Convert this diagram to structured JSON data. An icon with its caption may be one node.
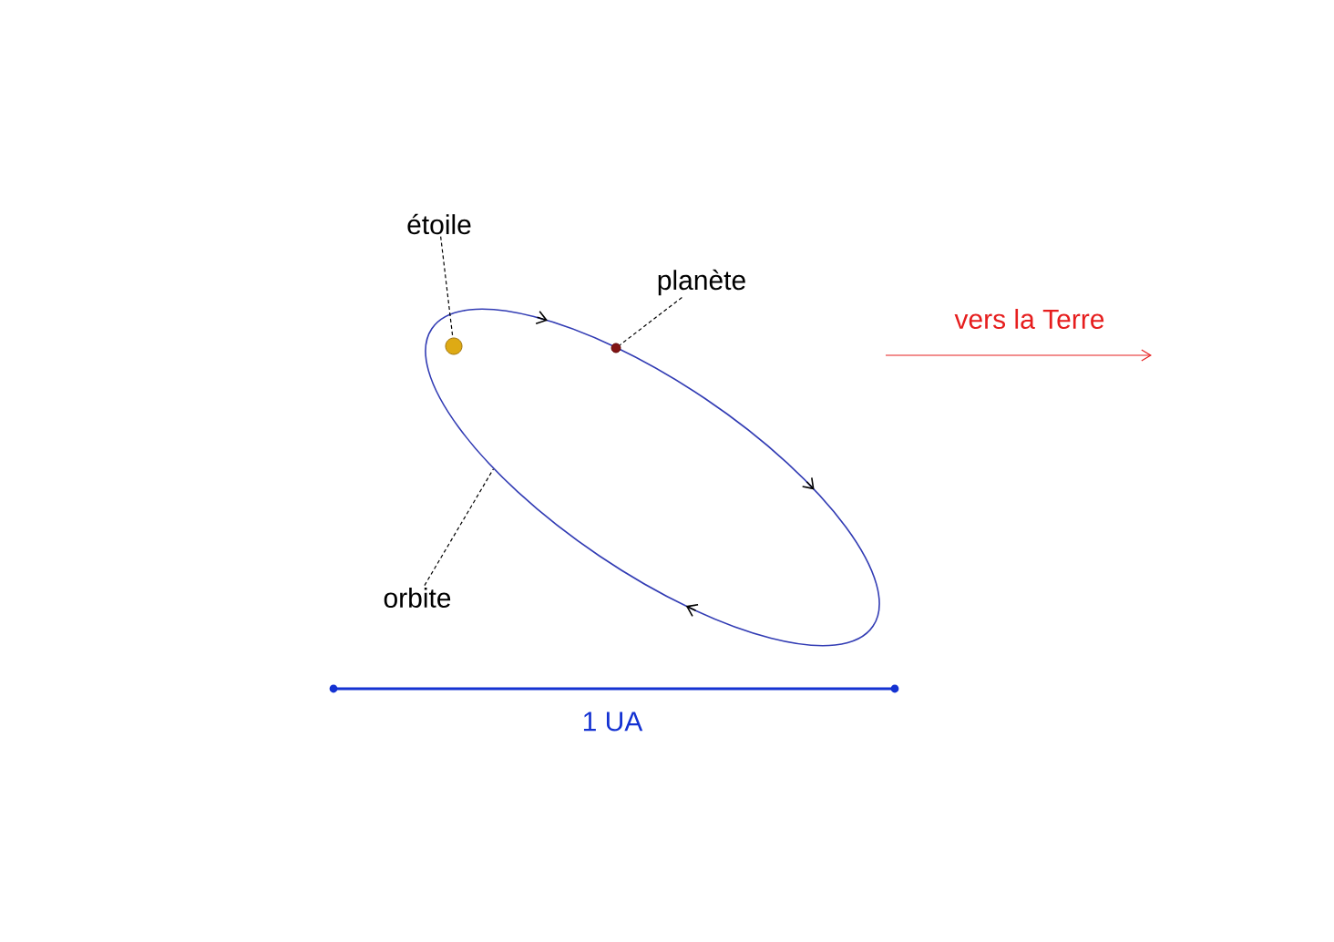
{
  "diagram": {
    "nodes": [
      {
        "text": [
          "étoile"
        ]
      },
      {
        "text": [],
        "shape": "ellipse"
      },
      {
        "text": [],
        "shape": "circle",
        "in": 1
      },
      {
        "text": [
          "planète"
        ]
      },
      {
        "text": [],
        "shape": "circle",
        "in": 1
      },
      {
        "text": [
          "orbite"
        ]
      }
    ],
    "edges": [
      {
        "from": 0,
        "to": 2,
        "arrow": "none",
        "style": "dashed"
      },
      {
        "from": 3,
        "to": 4,
        "arrow": "none",
        "style": "dashed"
      },
      {
        "from": 5,
        "to": 1,
        "arrow": "none",
        "style": "dashed"
      }
    ],
    "labels": [
      "vers la Terre",
      "1 UA"
    ]
  }
}
